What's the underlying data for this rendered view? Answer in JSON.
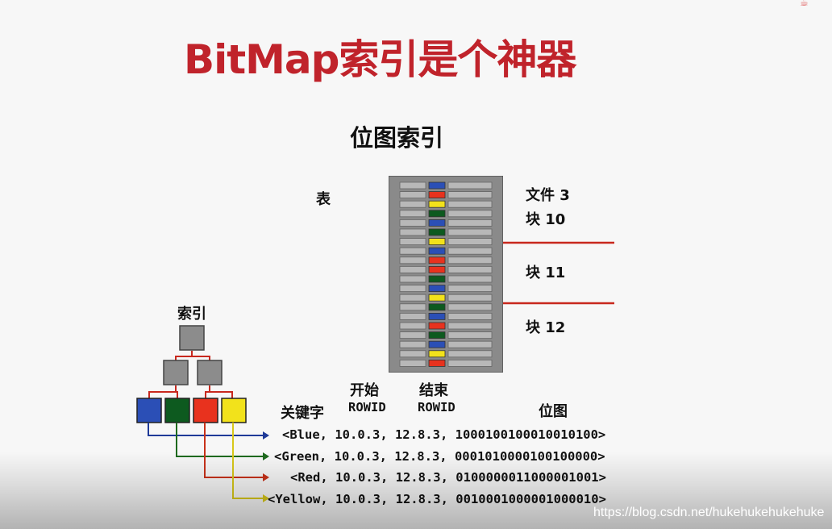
{
  "slide": {
    "title": "BitMap索引是个神器",
    "subtitle": "位图索引",
    "watermark": "https://blog.csdn.net/hukehukehukehuke"
  },
  "table": {
    "label": "表",
    "row_colors": [
      "blue",
      "red",
      "yellow",
      "green",
      "blue",
      "green",
      "yellow",
      "blue",
      "red",
      "red",
      "green",
      "blue",
      "yellow",
      "green",
      "blue",
      "red",
      "green",
      "blue",
      "yellow",
      "red"
    ],
    "blocks": [
      "文件 3",
      "块 10",
      "块 11",
      "块 12"
    ]
  },
  "index_tree": {
    "label": "索引",
    "leaf_colors": [
      "blue",
      "green",
      "red",
      "yellow"
    ]
  },
  "headers": {
    "key": "关键字",
    "start_top": "开始",
    "start_bottom": "ROWID",
    "end_top": "结束",
    "end_bottom": "ROWID",
    "bitmap": "位图"
  },
  "entries": [
    {
      "text": "<Blue, 10.0.3, 12.8.3, 1000100100010010100>",
      "color": "blue"
    },
    {
      "text": "<Green, 10.0.3, 12.8.3, 0001010000100100000>",
      "color": "green"
    },
    {
      "text": "<Red, 10.0.3, 12.8.3, 0100000011000001001>",
      "color": "red"
    },
    {
      "text": "<Yellow, 10.0.3, 12.8.3, 0010001000001000010>",
      "color": "yellow"
    }
  ],
  "colors": {
    "blue": "#2b4fb6",
    "green": "#0d5a1f",
    "red": "#e8321e",
    "yellow": "#f2e21b",
    "title_red": "#c0232b",
    "line_red": "#c8281e",
    "arrow_blue": "#1f3a98",
    "arrow_green": "#1e6a1e",
    "arrow_red": "#c8321a",
    "arrow_yellow": "#d8c81a",
    "table_gray": "#8c8c8c"
  }
}
